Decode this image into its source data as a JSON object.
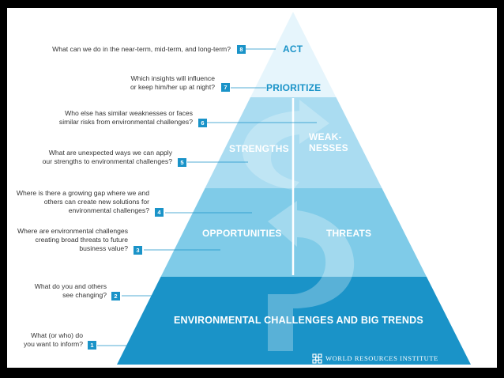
{
  "colors": {
    "tier_bottom": "#1a93c8",
    "tier_mid": "#7fcbe8",
    "tier_upper": "#aadcf1",
    "tier_top": "#e6f5fc",
    "label_accent": "#1a93c8",
    "badge": "#1a93c8"
  },
  "pyramid": {
    "top_label": "ACT",
    "prioritize_label": "PRIORITIZE",
    "strengths_label": "STRENGTHS",
    "weaknesses_label": "WEAK-\nNESSES",
    "opportunities_label": "OPPORTUNITIES",
    "threats_label": "THREATS",
    "base_label": "ENVIRONMENTAL CHALLENGES AND BIG TRENDS"
  },
  "questions": [
    {
      "num": "8",
      "text": "What can we do in the near-term, mid-term, and long-term?"
    },
    {
      "num": "7",
      "text": "Which insights will influence\nor keep him/her up at night?"
    },
    {
      "num": "6",
      "text": "Who else has similar weaknesses or faces\nsimilar risks from environmental challenges?"
    },
    {
      "num": "5",
      "text": "What are unexpected ways we can apply\nour strengths to environmental challenges?"
    },
    {
      "num": "4",
      "text": "Where is there a growing gap where we and\nothers can create new solutions for\nenvironmental challenges?"
    },
    {
      "num": "3",
      "text": "Where are environmental challenges\ncreating broad threats to future\nbusiness value?"
    },
    {
      "num": "2",
      "text": "What do you and others\nsee changing?"
    },
    {
      "num": "1",
      "text": "What (or who) do\nyou want to inform?"
    }
  ],
  "footer": {
    "logo_icon": "wri-knot-icon",
    "org_name": "WORLD RESOURCES INSTITUTE"
  }
}
